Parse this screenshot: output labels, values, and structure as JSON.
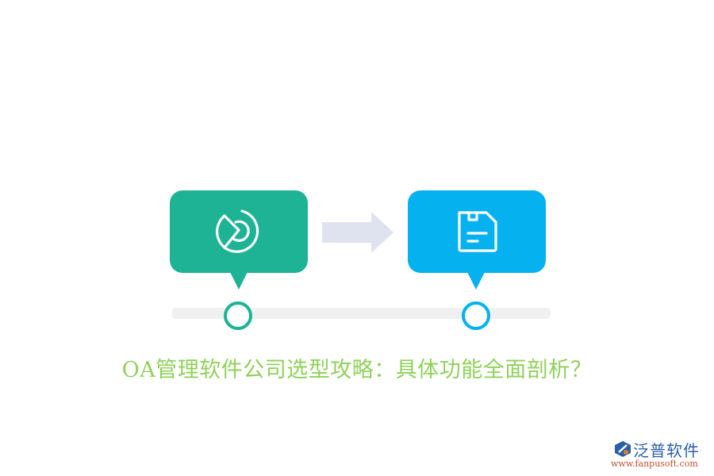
{
  "diagram": {
    "steps": [
      {
        "id": "step-1",
        "icon": "pie-chart-play-icon",
        "color": "#1db394"
      },
      {
        "id": "step-2",
        "icon": "floppy-disk-save-icon",
        "color": "#06b1ef"
      }
    ],
    "connector": {
      "icon": "arrow-right-icon",
      "color": "#dfe3f0"
    },
    "timeline": {
      "track_color": "#f0f0f0",
      "nodes": 2
    }
  },
  "title": "OA管理软件公司选型攻略：具体功能全面剖析？",
  "title_color": "#8fd15a",
  "logo": {
    "name": "泛普软件",
    "url": "www.fanpusoft.com"
  }
}
